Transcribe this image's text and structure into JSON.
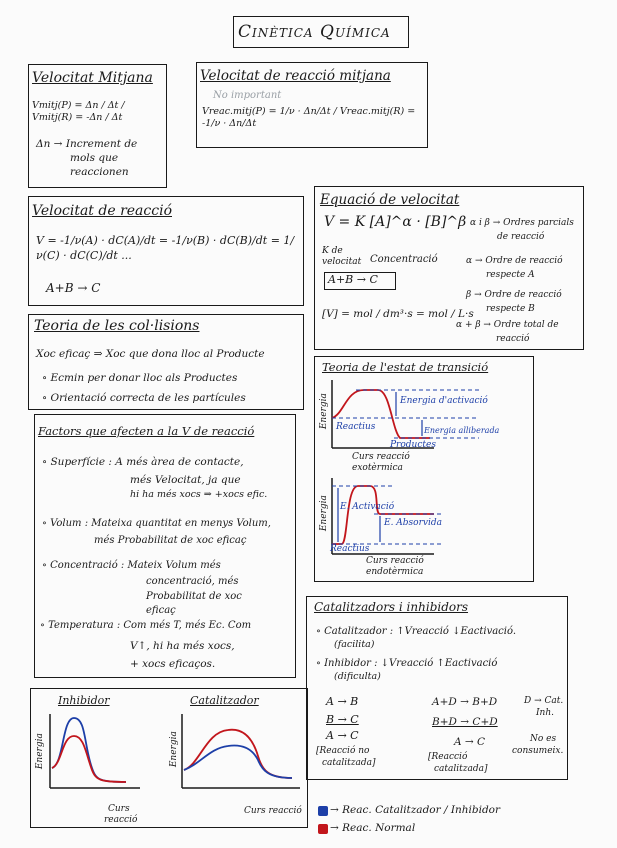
{
  "title": "Cinètica Química",
  "mitjana": {
    "title": "Velocitat Mitjana",
    "formula": "Vmitj(P) = Δn / Δt / Vmitj(R) = -Δn / Δt",
    "note_l1": "Δn → Increment de",
    "note_l2": "mols que",
    "note_l3": "reaccionen"
  },
  "reaccio_mitjana": {
    "title": "Velocitat de reacció mitjana",
    "annotation": "No important",
    "formula": "Vreac.mitj(P) = 1/ν · Δn/Δt / Vreac.mitj(R) = -1/ν · Δn/Δt"
  },
  "velocitat_reaccio": {
    "title": "Velocitat de reacció",
    "formula": "V = -1/ν(A) · dC(A)/dt = -1/ν(B) · dC(B)/dt = 1/ν(C) · dC(C)/dt ...",
    "reaction": "A+B → C"
  },
  "equacio": {
    "title": "Equació de velocitat",
    "formula": "V = K [A]^α · [B]^β",
    "k_label_1": "K de",
    "k_label_2": "velocitat",
    "conc_label": "Concentració",
    "reaction": "A+B → C",
    "units": "[V] = mol / dm³·s = mol / L·s",
    "n1_l1": "α i β → Ordres parcials",
    "n1_l2": "de reacció",
    "n2_l1": "α → Ordre de reacció",
    "n2_l2": "respecte A",
    "n3_l1": "β → Ordre de reacció",
    "n3_l2": "respecte B",
    "n4_l1": "α + β → Ordre total de",
    "n4_l2": "reacció"
  },
  "colisions": {
    "title": "Teoria de les col·lisions",
    "l1": "Xoc eficaç ⇒ Xoc que dona lloc al Producte",
    "l2": "∘ Ecmin per donar lloc als Productes",
    "l3": "∘ Orientació correcta de les partícules"
  },
  "transicio": {
    "title": "Teoria de l'estat de transició",
    "y_label": "Energia",
    "reactius": "Reactius",
    "productes": "Productes",
    "e_act": "Energia d'activació",
    "e_all": "Energia alliberada",
    "x1_l1": "Curs reacció",
    "x1_l2": "exotèrmica",
    "e_act2": "E. Activació",
    "e_abs": "E. Absorvida",
    "reactius2": "Reactius",
    "x2_l1": "Curs reacció",
    "x2_l2": "endotèrmica"
  },
  "factors": {
    "title": "Factors que afecten a la V de reacció",
    "s1": "∘ Superfície : A més àrea de contacte,",
    "s2": "més Velocitat, ja que",
    "s3": "hi ha més xocs ⇒ +xocs efic.",
    "v1": "∘ Volum : Mateixa quantitat en menys Volum,",
    "v2": "més Probabilitat de xoc eficaç",
    "c1": "∘ Concentració : Mateix Volum més",
    "c2": "concentració, més",
    "c3": "Probabilitat de xoc",
    "c4": "eficaç",
    "t1": "∘ Temperatura : Com més T, més Ec. Com",
    "t2": "V↑, hi ha més xocs,",
    "t3": "+ xocs eficaços."
  },
  "catalitzadors": {
    "title": "Catalitzadors i inhibidors",
    "cat_l1": "∘ Catalitzador : ↑Vreacció ↓Eactivació.",
    "cat_l2": "(facilita)",
    "inh_l1": "∘ Inhibidor : ↓Vreacció ↑Eactivació",
    "inh_l2": "(dificulta)",
    "r1": "A → B",
    "r2": "B → C",
    "r3": "A → C",
    "r4_l1": "[Reacció no",
    "r4_l2": "catalitzada]",
    "q1": "A+D → B+D",
    "q2": "B+D → C+D",
    "q3": "A → C",
    "q4_l1": "[Reacció",
    "q4_l2": "catalitzada]",
    "d_l1": "D → Cat.",
    "d_l2": "Inh.",
    "d_l3": "No es",
    "d_l4": "consumeix."
  },
  "inhibidor": {
    "title": "Inhibidor",
    "y_label": "Energia",
    "x_l1": "Curs",
    "x_l2": "reacció"
  },
  "catalitzador": {
    "title": "Catalitzador",
    "y_label": "Energia",
    "x_label": "Curs reacció"
  },
  "legend": {
    "blue": "→ Reac. Catalitzador / Inhibidor",
    "red": "→ Reac. Normal"
  },
  "colors": {
    "ink": "#1a1a1a",
    "blue": "#1d3fa8",
    "red": "#c2161c"
  }
}
